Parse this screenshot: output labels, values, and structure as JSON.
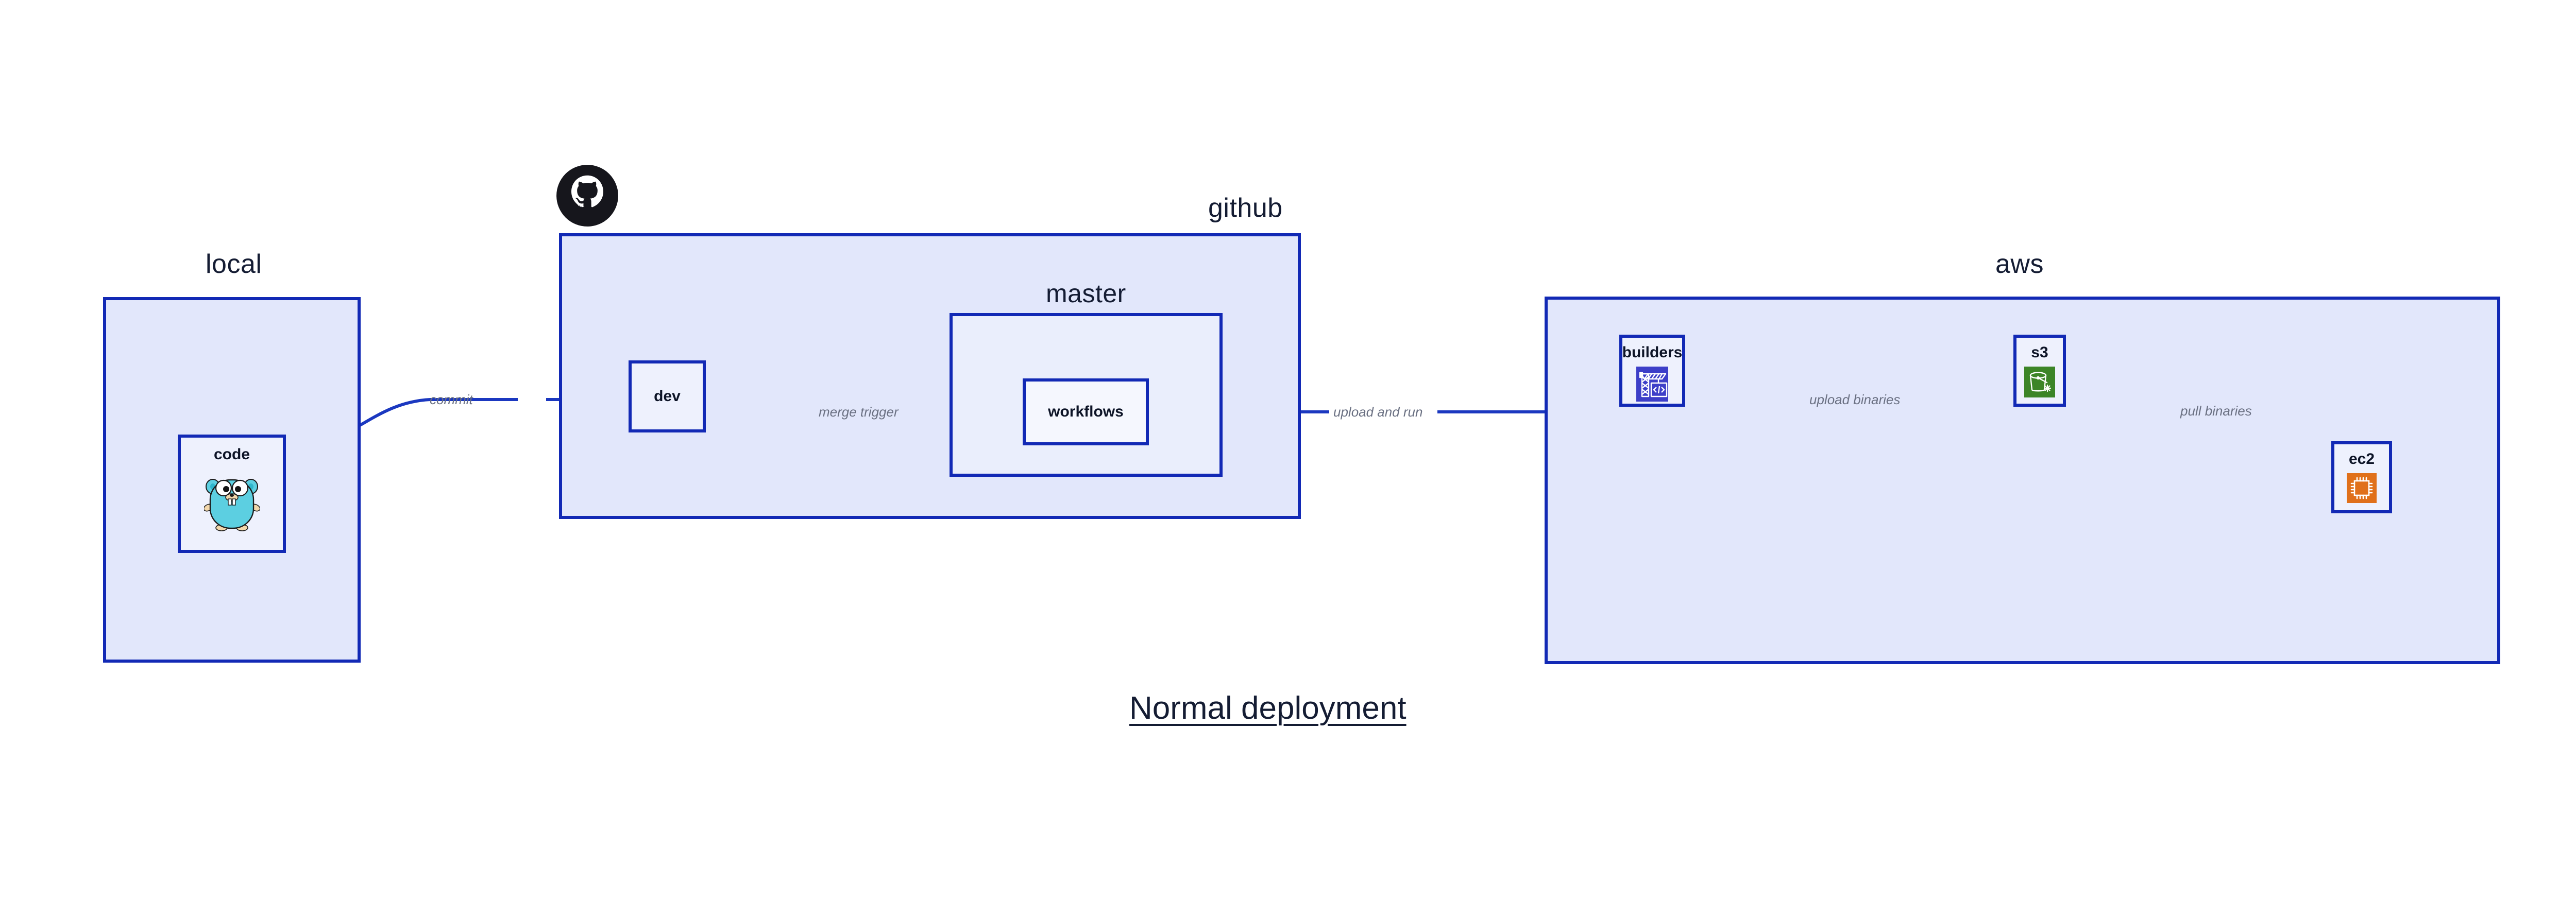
{
  "diagram": {
    "title": "Normal deployment",
    "colors": {
      "group_border": "#1229b5",
      "group_fill": "#e2e7fb",
      "inner_fill": "#eaeefc",
      "node_fill": "#eef1fd",
      "edge_stroke": "#1b38c0",
      "edge_label_text": "#6a7082",
      "title_text": "#141c33",
      "builders_icon_bg": "#3d3fc8",
      "s3_icon_bg": "#3c8527",
      "ec2_icon_bg": "#e0701a",
      "gopher_body": "#5ccfe1",
      "github_logo": "#16161c"
    },
    "groups": [
      {
        "id": "local",
        "label": "local"
      },
      {
        "id": "github",
        "label": "github"
      },
      {
        "id": "master",
        "label": "master"
      },
      {
        "id": "aws",
        "label": "aws"
      }
    ],
    "nodes": [
      {
        "id": "code",
        "label": "code",
        "icon": "go-gopher-icon",
        "group": "local"
      },
      {
        "id": "dev",
        "label": "dev",
        "icon": null,
        "group": "github"
      },
      {
        "id": "workflows",
        "label": "workflows",
        "icon": null,
        "group": "master"
      },
      {
        "id": "builders",
        "label": "builders",
        "icon": "crane-code-icon",
        "group": "aws"
      },
      {
        "id": "s3",
        "label": "s3",
        "icon": "s3-bucket-icon",
        "group": "aws"
      },
      {
        "id": "ec2",
        "label": "ec2",
        "icon": "cpu-chip-icon",
        "group": "aws"
      }
    ],
    "edges": [
      {
        "id": "commit",
        "label": "commit",
        "from": "code",
        "to": "dev"
      },
      {
        "id": "merge-trigger",
        "label": "merge trigger",
        "from": "dev",
        "to": "workflows"
      },
      {
        "id": "upload-and-run",
        "label": "upload and run",
        "from": "workflows",
        "to": "builders"
      },
      {
        "id": "upload-binaries",
        "label": "upload binaries",
        "from": "builders",
        "to": "s3"
      },
      {
        "id": "pull-binaries",
        "label": "pull binaries",
        "from": "s3",
        "to": "ec2"
      }
    ],
    "github_logo_name": "github-octocat-logo"
  }
}
